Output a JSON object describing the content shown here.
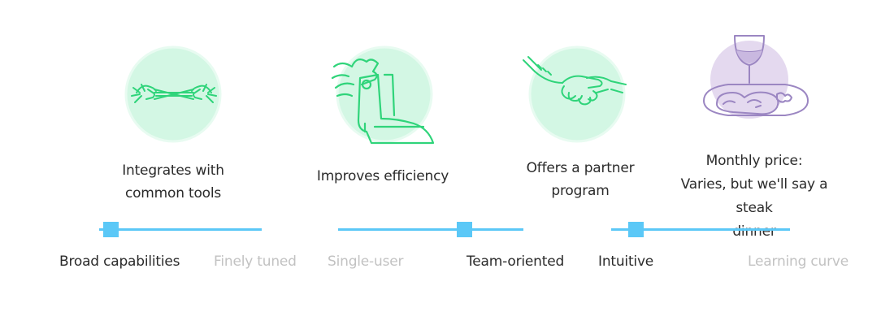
{
  "features": [
    {
      "icon": "hands-connecting-icon",
      "lines": [
        "Integrates with",
        "common tools"
      ]
    },
    {
      "icon": "winged-boot-icon",
      "lines": [
        "Improves efficiency"
      ]
    },
    {
      "icon": "handshake-icon",
      "lines": [
        "Offers a partner",
        "program"
      ]
    },
    {
      "icon": "steak-dinner-icon",
      "lines": [
        "Monthly price:",
        "Varies, but we'll say a steak",
        "dinner"
      ]
    }
  ],
  "scales": [
    {
      "left": "Broad capabilities",
      "right": "Finely tuned",
      "value": 0.07,
      "left_active": true
    },
    {
      "left": "Single-user",
      "right": "Team-oriented",
      "value": 0.68,
      "left_active": false
    },
    {
      "left": "Intuitive",
      "right": "Learning curve",
      "value": 0.14,
      "left_active": true
    }
  ],
  "colors": {
    "green_circle": "#d3f7e4",
    "green_stroke": "#2fd47a",
    "purple_circle": "#e4d9ef",
    "purple_stroke": "#9b86c2",
    "slider": "#5bc8f7",
    "text": "#2b2b2b",
    "muted": "#c2c2c2"
  }
}
